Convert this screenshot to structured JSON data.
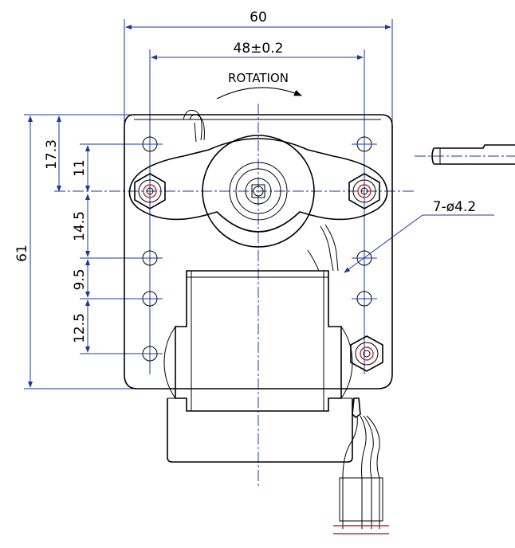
{
  "drawing": {
    "dimensions": {
      "overall_width": "60",
      "hole_spacing": "48±0.2",
      "rotation_label": "ROTATION",
      "overall_height": "61",
      "v_17_3": "17.3",
      "v_11": "11",
      "v_14_5": "14.5",
      "v_9_5": "9.5",
      "v_12_5": "12.5",
      "holes_callout": "7-ø4.2"
    },
    "colors": {
      "dimension_line": "#1a3a9c",
      "outline": "#000000",
      "highlight": "#c62828"
    }
  }
}
